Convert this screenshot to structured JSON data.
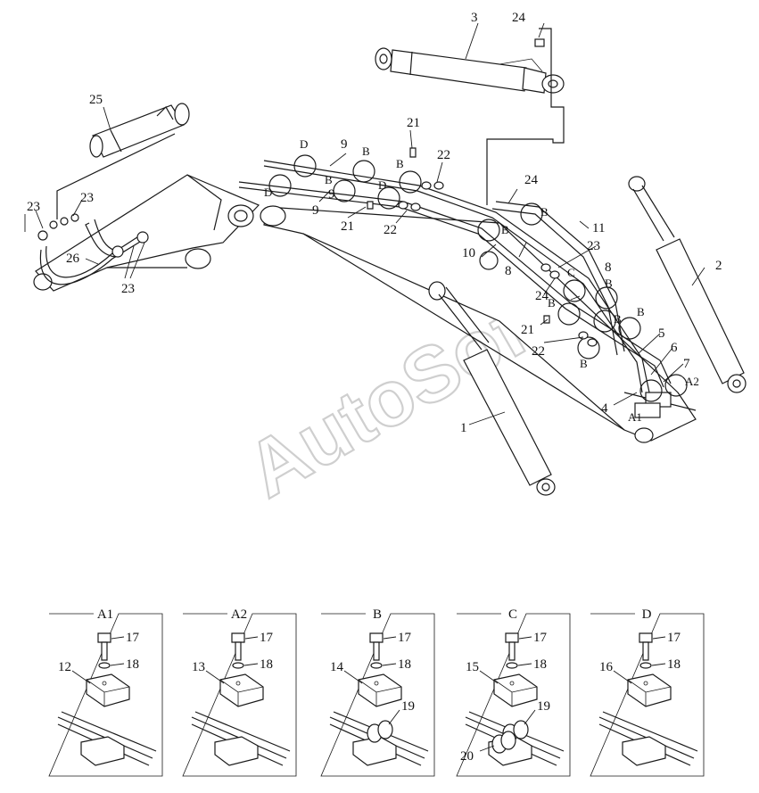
{
  "watermark": "AutoSoft",
  "callouts": {
    "n1": "1",
    "n2": "2",
    "n3": "3",
    "n4": "4",
    "n5": "5",
    "n6": "6",
    "n7": "7",
    "n8a": "8",
    "n8b": "8",
    "n9a": "9",
    "n9b": "9",
    "n9c": "9",
    "n10": "10",
    "n11": "11",
    "n21a": "21",
    "n21b": "21",
    "n21c": "21",
    "n22a": "22",
    "n22b": "22",
    "n22c": "22",
    "n23a": "23",
    "n23b": "23",
    "n23c": "23",
    "n23d": "23",
    "n24a": "24",
    "n24b": "24",
    "n24c": "24",
    "n25": "25",
    "n26": "26"
  },
  "view_markers": {
    "a1": "A1",
    "a2": "A2",
    "b1": "B",
    "b2": "B",
    "b3": "B",
    "b4": "B",
    "b5": "B",
    "b6": "B",
    "b7": "B",
    "b8": "B",
    "b9": "B",
    "b10": "B",
    "c1": "C",
    "d1": "D",
    "d2": "D",
    "d3": "D"
  },
  "details": [
    {
      "title": "A1",
      "bolt": "17",
      "washer": "18",
      "block": "12"
    },
    {
      "title": "A2",
      "bolt": "17",
      "washer": "18",
      "block": "13"
    },
    {
      "title": "B",
      "bolt": "17",
      "washer": "18",
      "block": "14",
      "clamp": "19"
    },
    {
      "title": "C",
      "bolt": "17",
      "washer": "18",
      "block": "15",
      "clamp": "19",
      "clamp2": "20"
    },
    {
      "title": "D",
      "bolt": "17",
      "washer": "18",
      "block": "16"
    }
  ]
}
